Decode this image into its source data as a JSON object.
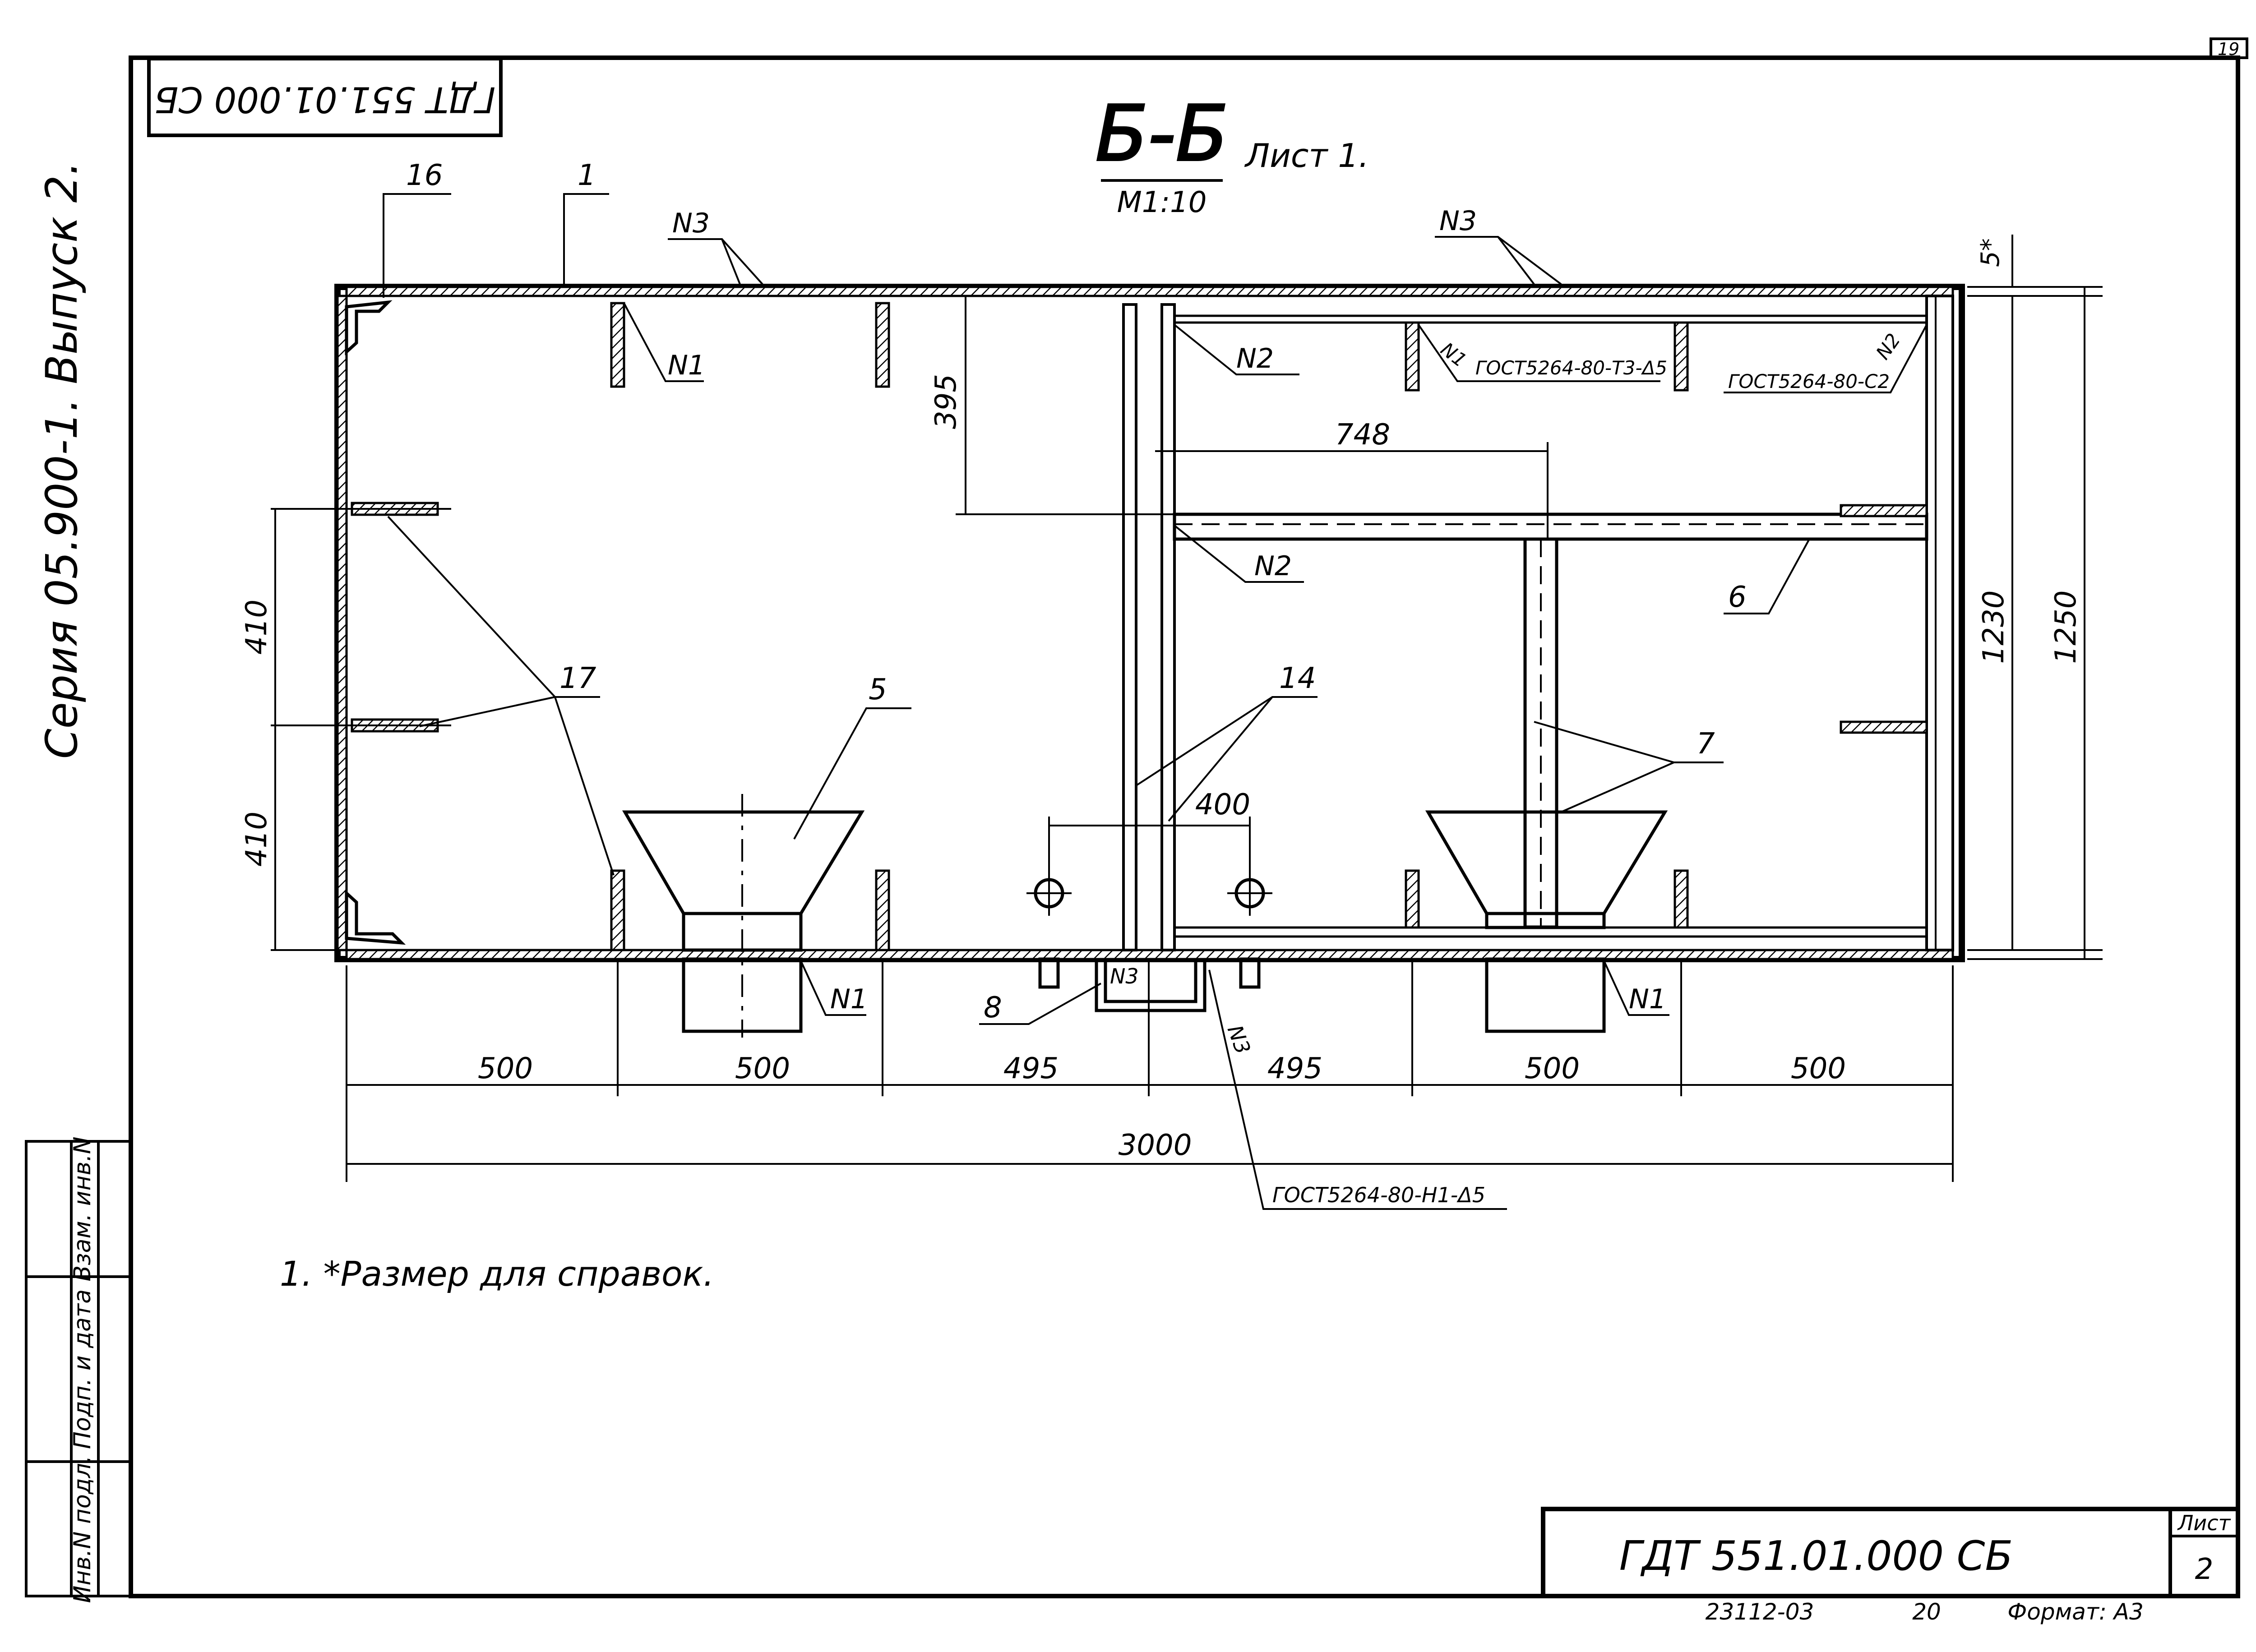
{
  "sheet_number_corner": "19",
  "designation_rotated": "ГДТ 551.01.000 СБ",
  "series_vertical": "Серия 05.900-1. Выпуск 2.",
  "section": {
    "label": "Б-Б",
    "scale": "М1:10",
    "sheet": "Лист 1."
  },
  "callouts": {
    "c1": "1",
    "c16": "16",
    "c17": "17",
    "c5": "5",
    "c14": "14",
    "c7": "7",
    "c6": "6",
    "c8": "8",
    "n3_left": "N3",
    "n3_right": "N3",
    "n1_top": "N1",
    "n2_top": "N2",
    "n1_gost": "N1",
    "n2_gost": "N2",
    "n2_mid": "N2",
    "n1_bottom_left": "N1",
    "n1_bottom_right": "N1",
    "n3_bottom": "N3",
    "n3_rot": "N3"
  },
  "gost": {
    "t3": "ГОСТ5264-80-Т3-Δ5",
    "c2": "ГОСТ5264-80-С2",
    "h1": "ГОСТ5264-80-Н1-Δ5"
  },
  "dims": {
    "d395": "395",
    "d748": "748",
    "d410a": "410",
    "d410b": "410",
    "d400": "400",
    "d1230": "1230",
    "d1250": "1250",
    "d5": "5*",
    "b500a": "500",
    "b500b": "500",
    "b495a": "495",
    "b495b": "495",
    "b500c": "500",
    "b500d": "500",
    "total": "3000"
  },
  "note": "1. *Размер для справок.",
  "side_stamp": [
    "Инв.N подл.",
    "Подп. и дата",
    "Взам. инв.N"
  ],
  "title_block": {
    "designation": "ГДТ 551.01.000 СБ",
    "sheet_label": "Лист",
    "sheet_value": "2"
  },
  "footer": {
    "order": "23112-03",
    "copy": "20",
    "format": "Формат: А3"
  }
}
